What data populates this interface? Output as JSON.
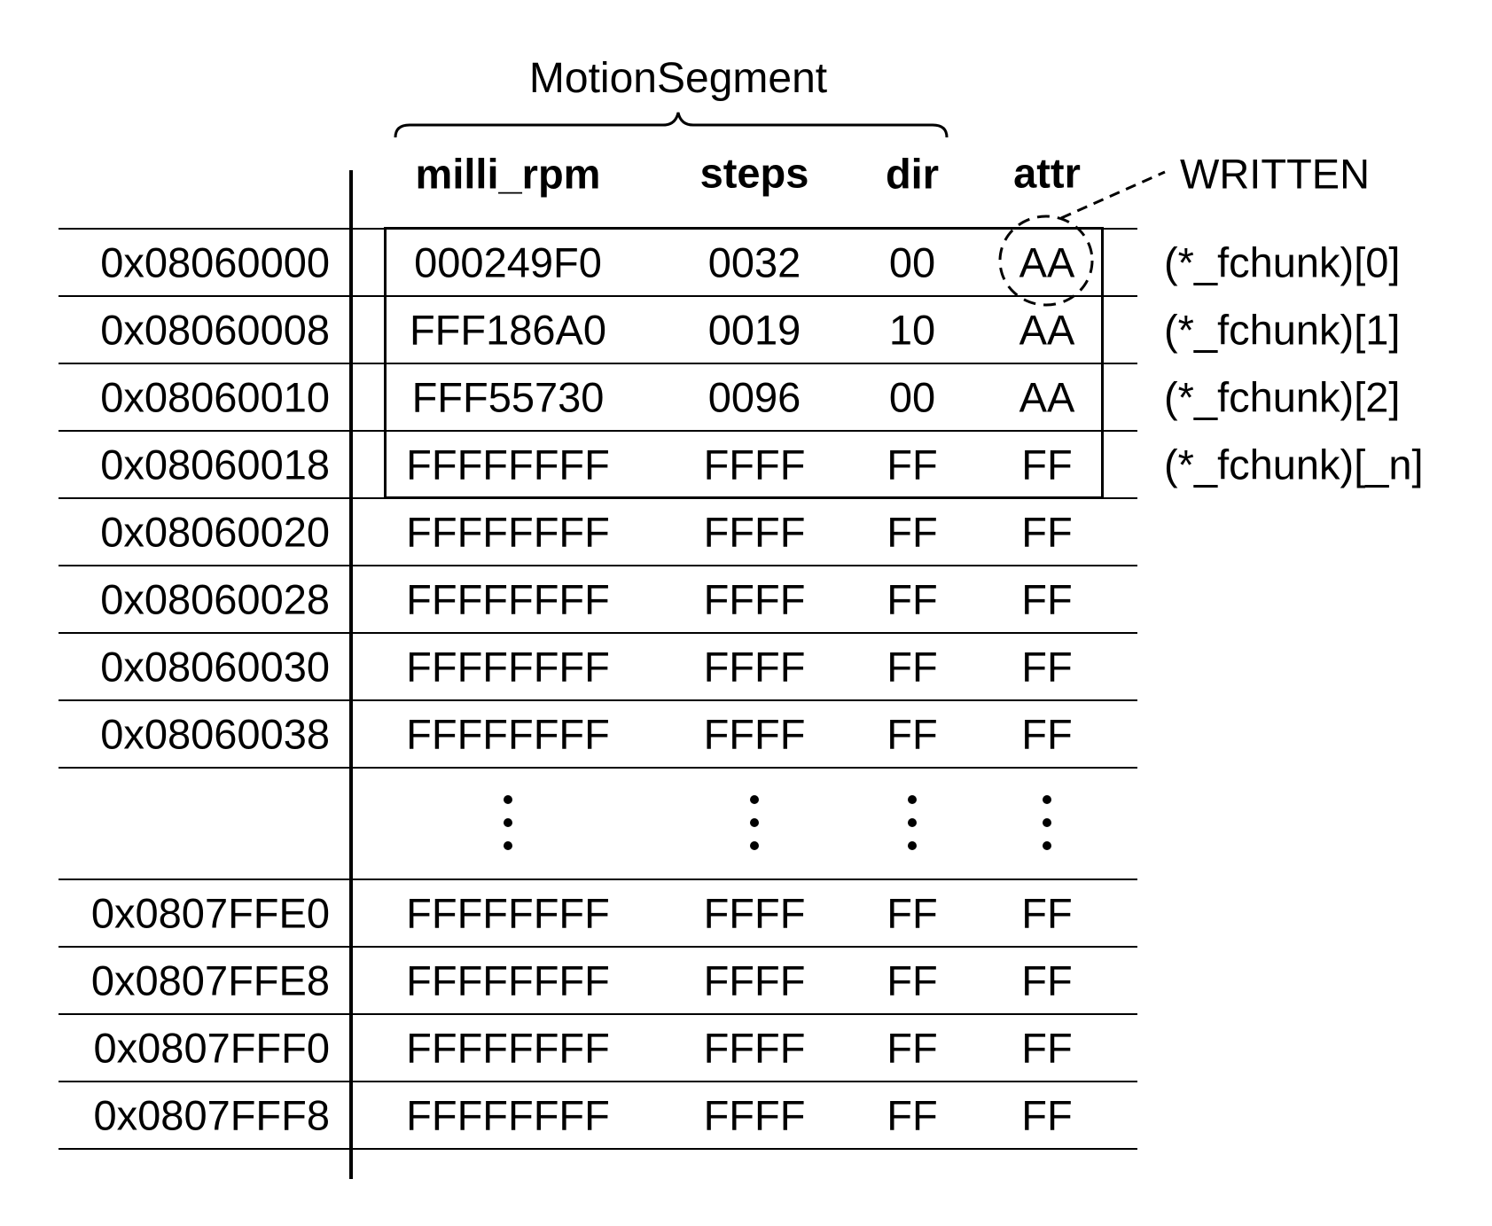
{
  "title": "MotionSegment",
  "columns": [
    "milli_rpm",
    "steps",
    "dir",
    "attr"
  ],
  "annotation": "WRITTEN",
  "rows": [
    {
      "address": "0x08060000",
      "milli_rpm": "000249F0",
      "steps": "0032",
      "dir": "00",
      "attr": "AA",
      "label": "(*_fchunk)[0]"
    },
    {
      "address": "0x08060008",
      "milli_rpm": "FFF186A0",
      "steps": "0019",
      "dir": "10",
      "attr": "AA",
      "label": "(*_fchunk)[1]"
    },
    {
      "address": "0x08060010",
      "milli_rpm": "FFF55730",
      "steps": "0096",
      "dir": "00",
      "attr": "AA",
      "label": "(*_fchunk)[2]"
    },
    {
      "address": "0x08060018",
      "milli_rpm": "FFFFFFFF",
      "steps": "FFFF",
      "dir": "FF",
      "attr": "FF",
      "label": "(*_fchunk)[_n]"
    },
    {
      "address": "0x08060020",
      "milli_rpm": "FFFFFFFF",
      "steps": "FFFF",
      "dir": "FF",
      "attr": "FF"
    },
    {
      "address": "0x08060028",
      "milli_rpm": "FFFFFFFF",
      "steps": "FFFF",
      "dir": "FF",
      "attr": "FF"
    },
    {
      "address": "0x08060030",
      "milli_rpm": "FFFFFFFF",
      "steps": "FFFF",
      "dir": "FF",
      "attr": "FF"
    },
    {
      "address": "0x08060038",
      "milli_rpm": "FFFFFFFF",
      "steps": "FFFF",
      "dir": "FF",
      "attr": "FF"
    },
    {
      "ellipsis": true
    },
    {
      "address": "0x0807FFE0",
      "milli_rpm": "FFFFFFFF",
      "steps": "FFFF",
      "dir": "FF",
      "attr": "FF"
    },
    {
      "address": "0x0807FFE8",
      "milli_rpm": "FFFFFFFF",
      "steps": "FFFF",
      "dir": "FF",
      "attr": "FF"
    },
    {
      "address": "0x0807FFF0",
      "milli_rpm": "FFFFFFFF",
      "steps": "FFFF",
      "dir": "FF",
      "attr": "FF"
    },
    {
      "address": "0x0807FFF8",
      "milli_rpm": "FFFFFFFF",
      "steps": "FFFF",
      "dir": "FF",
      "attr": "FF"
    }
  ]
}
